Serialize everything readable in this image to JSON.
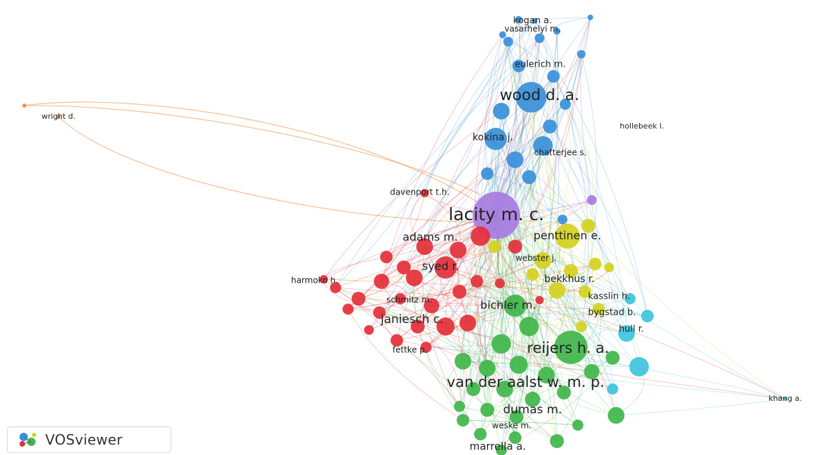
{
  "app": {
    "name": "VOSviewer",
    "logo_icon": "vosviewer-logo-icon"
  },
  "clusters": {
    "red": "#e3303a",
    "green": "#3fb64a",
    "blue": "#3a8fdb",
    "yellow": "#d4d11e",
    "purple": "#a77ce0",
    "cyan": "#3ec3dc",
    "orange": "#f08a3c"
  },
  "labels": [
    {
      "text": "kogan a.",
      "cluster": "blue"
    },
    {
      "text": "vasarhelyi m.",
      "cluster": "blue"
    },
    {
      "text": "eulerich m.",
      "cluster": "blue"
    },
    {
      "text": "wood d. a.",
      "cluster": "blue"
    },
    {
      "text": "kokina j.",
      "cluster": "blue"
    },
    {
      "text": "chatterjee s.",
      "cluster": "blue"
    },
    {
      "text": "hollebeek l.",
      "cluster": "blue"
    },
    {
      "text": "wright d.",
      "cluster": "orange"
    },
    {
      "text": "davenport t.h.",
      "cluster": "red"
    },
    {
      "text": "lacity m. c.",
      "cluster": "purple"
    },
    {
      "text": "adams m.",
      "cluster": "red"
    },
    {
      "text": "penttinen e.",
      "cluster": "yellow"
    },
    {
      "text": "syed r.",
      "cluster": "red"
    },
    {
      "text": "webster j.",
      "cluster": "yellow"
    },
    {
      "text": "harmoko h.",
      "cluster": "red"
    },
    {
      "text": "bekkhus r.",
      "cluster": "yellow"
    },
    {
      "text": "schmitz m.",
      "cluster": "red"
    },
    {
      "text": "kasslin h.",
      "cluster": "yellow"
    },
    {
      "text": "bichler m.",
      "cluster": "green"
    },
    {
      "text": "bygstad b.",
      "cluster": "yellow"
    },
    {
      "text": "janiesch c.",
      "cluster": "red"
    },
    {
      "text": "hull r.",
      "cluster": "cyan"
    },
    {
      "text": "fettke p.",
      "cluster": "red"
    },
    {
      "text": "reijers h. a.",
      "cluster": "green"
    },
    {
      "text": "van der aalst w. m. p.",
      "cluster": "green"
    },
    {
      "text": "khang a.",
      "cluster": "cyan"
    },
    {
      "text": "dumas m.",
      "cluster": "green"
    },
    {
      "text": "weske m.",
      "cluster": "green"
    },
    {
      "text": "marrella a.",
      "cluster": "green"
    }
  ]
}
